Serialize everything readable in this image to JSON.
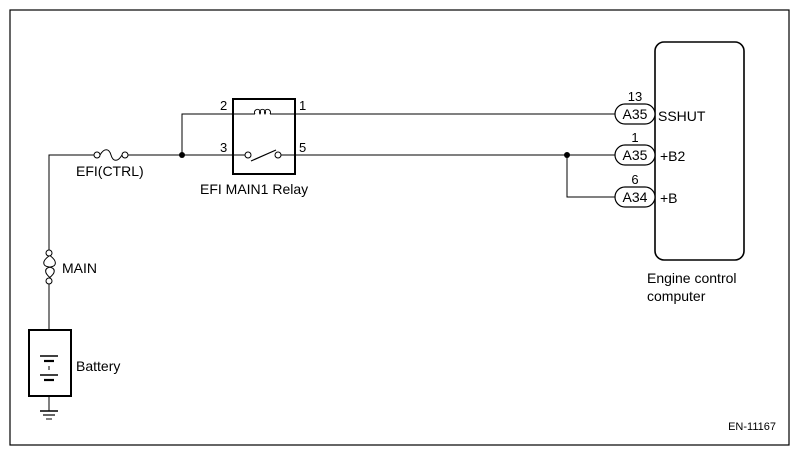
{
  "relay": {
    "name": "EFI MAIN1 Relay",
    "pin_2": "2",
    "pin_1": "1",
    "pin_3": "3",
    "pin_5": "5"
  },
  "fuses": {
    "efi_ctrl": "EFI(CTRL)",
    "main": "MAIN"
  },
  "battery": {
    "label": "Battery"
  },
  "ecu": {
    "label_line1": "Engine control",
    "label_line2": "computer",
    "connectors": [
      {
        "pin": "13",
        "connector": "A35",
        "signal": "SSHUT"
      },
      {
        "pin": "1",
        "connector": "A35",
        "signal": "+B2"
      },
      {
        "pin": "6",
        "connector": "A34",
        "signal": "+B"
      }
    ]
  },
  "figure_id": "EN-11167"
}
